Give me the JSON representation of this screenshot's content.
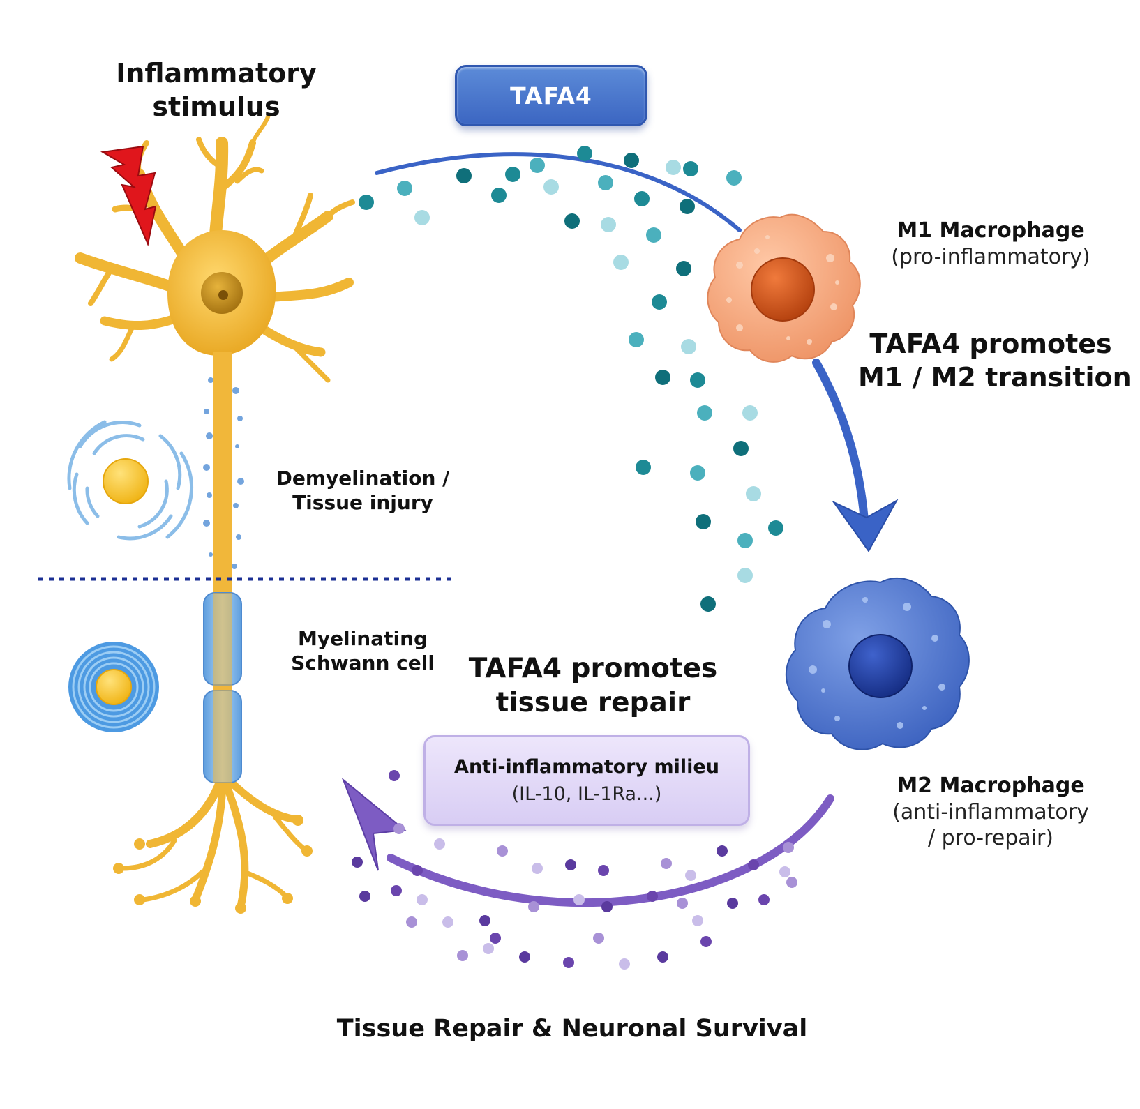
{
  "labels": {
    "stimulus": [
      "Inflammatory",
      "stimulus"
    ],
    "tafa4": "TAFA4",
    "m1_title": "M1 Macrophage",
    "m1_sub": "(pro-inflammatory)",
    "transition": [
      "TAFA4 promotes",
      "M1 / M2 transition"
    ],
    "demyelination": [
      "Demyelination /",
      "Tissue injury"
    ],
    "schwann": [
      "Myelinating",
      "Schwann cell"
    ],
    "repair": [
      "TAFA4 promotes",
      "tissue repair"
    ],
    "milieu_title": "Anti-inflammatory milieu",
    "milieu_sub": "(IL-10, IL-1Ra...)",
    "m2_title": "M2 Macrophage",
    "m2_sub": [
      "(anti-inflammatory",
      "/ pro-repair)"
    ],
    "bottom": "Tissue Repair & Neuronal Survival"
  },
  "colors": {
    "neuron": "#f3bd3b",
    "m1_cell": "#f6ab82",
    "m1_nucleus": "#d2571f",
    "m2_cell": "#4f78d0",
    "m2_nucleus": "#1f3f9e",
    "tafa4_arrow": "#3a63c6",
    "repair_arrow": "#7d5cc3",
    "teal_particles": "#1f8f99",
    "purple_particles": "#7a5ab8",
    "myelin": "#7db6e8",
    "divider": "#1b2f93",
    "stimulus_bolt": "#e0161c"
  }
}
